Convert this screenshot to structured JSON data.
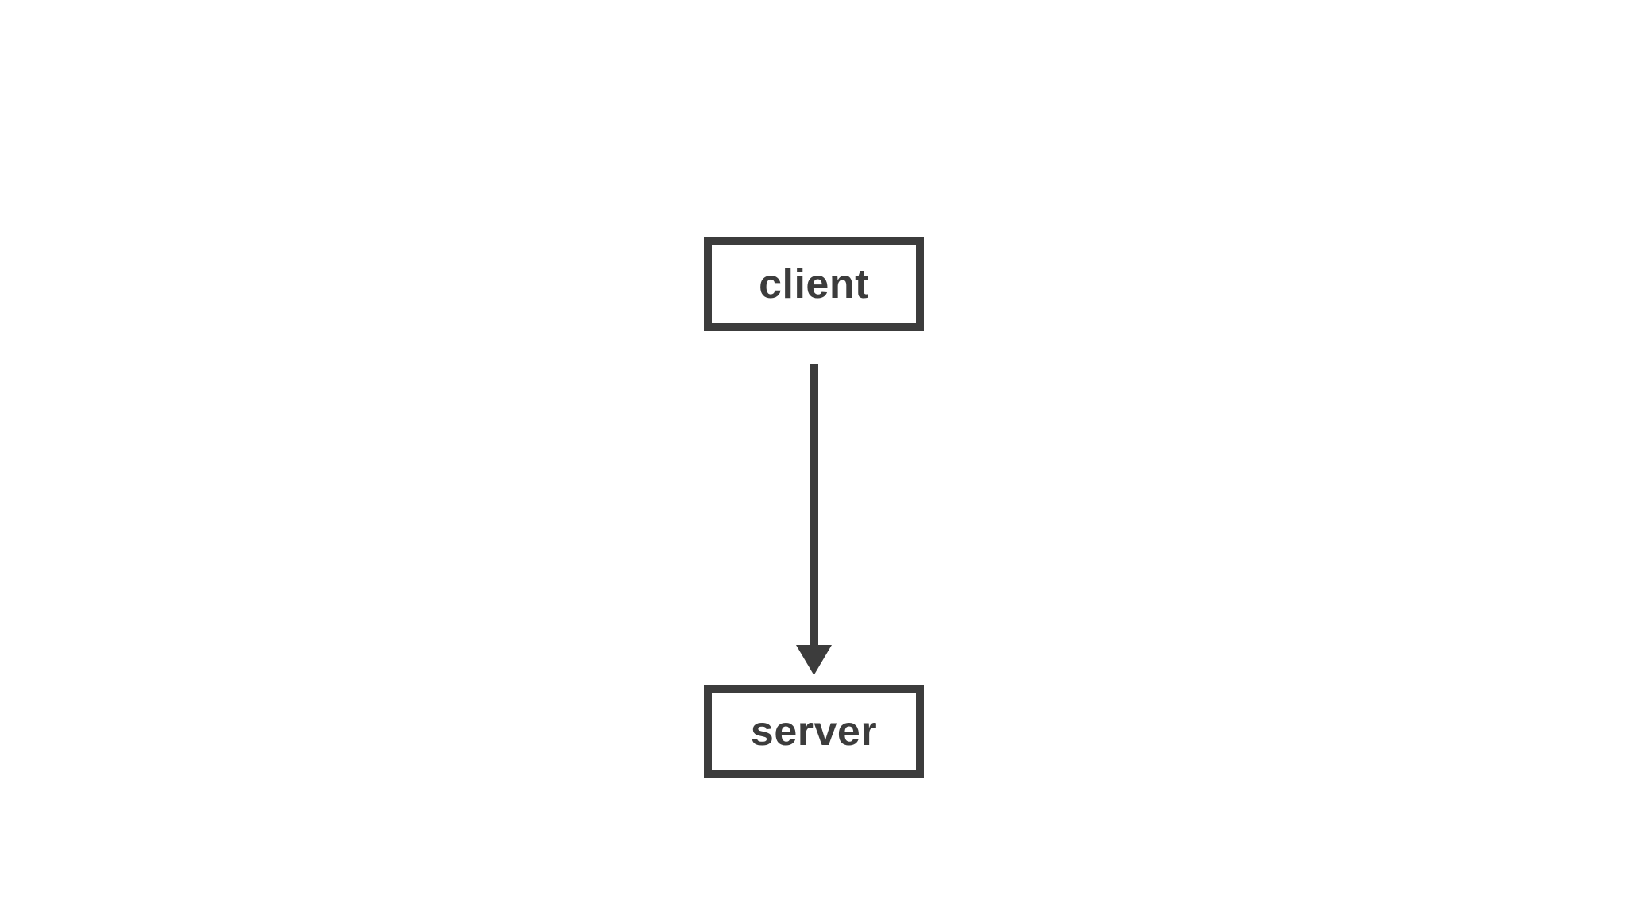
{
  "diagram": {
    "type": "flowchart",
    "direction": "top-down",
    "nodes": [
      {
        "id": "client",
        "label": "client",
        "shape": "rectangle"
      },
      {
        "id": "server",
        "label": "server",
        "shape": "rectangle"
      }
    ],
    "edges": [
      {
        "from": "client",
        "to": "server",
        "style": "solid",
        "arrowhead": "filled-triangle",
        "label": ""
      }
    ],
    "colors": {
      "stroke": "#3c3c3c",
      "node_fill": "#ffffff",
      "text": "#3c3c3c",
      "background": "#ffffff"
    }
  }
}
